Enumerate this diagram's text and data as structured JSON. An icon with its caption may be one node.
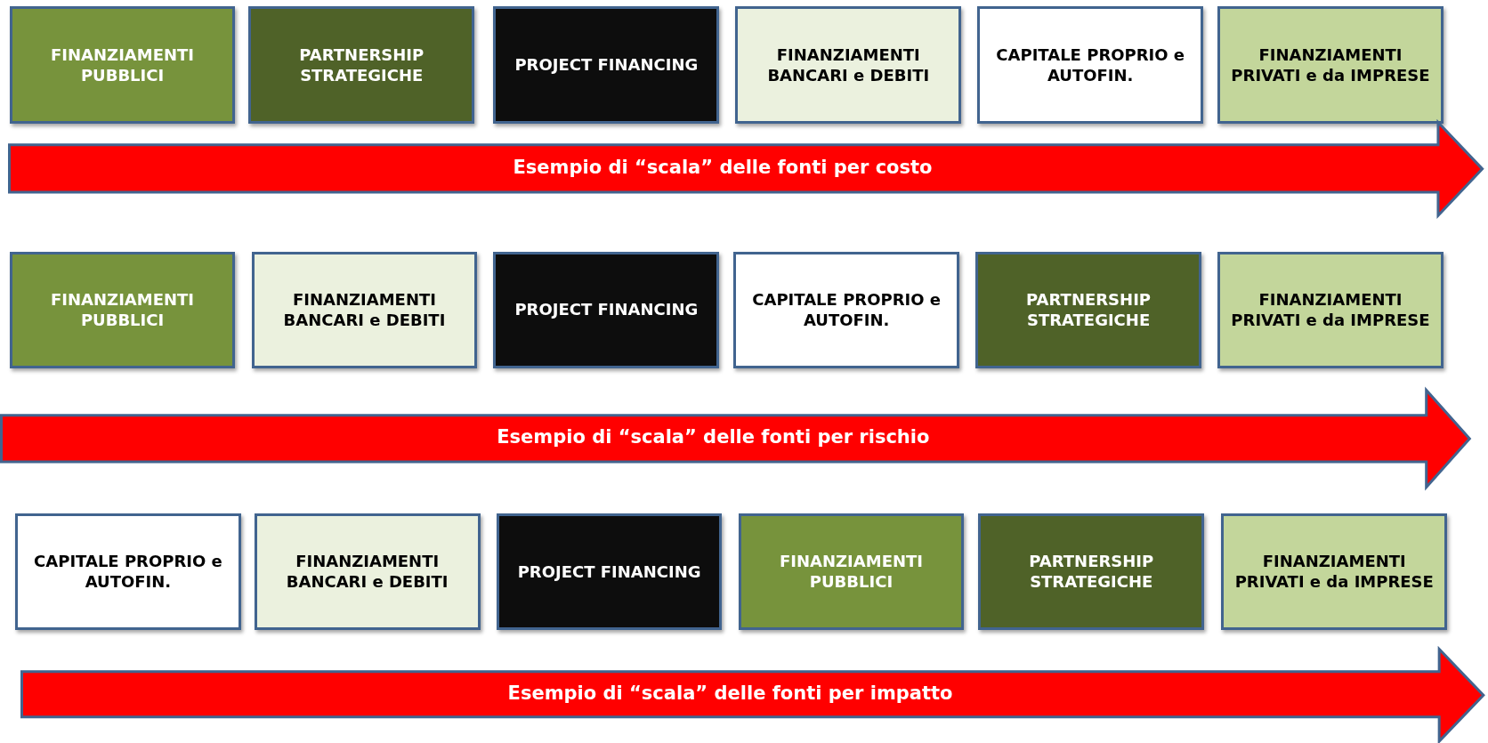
{
  "diagram": {
    "nodes": [
      {
        "text": [
          "FINANZIAMENTI PUBBLICI"
        ]
      },
      {
        "text": [
          "PARTNERSHIP STRATEGICHE"
        ]
      },
      {
        "text": [
          "PROJECT FINANCING"
        ]
      },
      {
        "text": [
          "FINANZIAMENTI BANCARI e DEBITI"
        ]
      },
      {
        "text": [
          "CAPITALE PROPRIO e AUTOFIN."
        ]
      },
      {
        "text": [
          "FINANZIAMENTI PRIVATI e da IMPRESE"
        ]
      },
      {
        "text": [
          "Esempio di “scala” delle fonti per costo"
        ]
      },
      {
        "text": [
          "FINANZIAMENTI PUBBLICI"
        ]
      },
      {
        "text": [
          "FINANZIAMENTI BANCARI e DEBITI"
        ]
      },
      {
        "text": [
          "PROJECT FINANCING"
        ]
      },
      {
        "text": [
          "CAPITALE PROPRIO e AUTOFIN."
        ]
      },
      {
        "text": [
          "PARTNERSHIP STRATEGICHE"
        ]
      },
      {
        "text": [
          "FINANZIAMENTI PRIVATI e da IMPRESE"
        ]
      },
      {
        "text": [
          "Esempio di “scala” delle fonti per rischio"
        ]
      },
      {
        "text": [
          "CAPITALE PROPRIO e AUTOFIN."
        ]
      },
      {
        "text": [
          "FINANZIAMENTI BANCARI e DEBITI"
        ]
      },
      {
        "text": [
          "PROJECT FINANCING"
        ]
      },
      {
        "text": [
          "FINANZIAMENTI PUBBLICI"
        ]
      },
      {
        "text": [
          "PARTNERSHIP STRATEGICHE"
        ]
      },
      {
        "text": [
          "FINANZIAMENTI PRIVATI e da IMPRESE"
        ]
      },
      {
        "text": [
          "Esempio di “scala” delle fonti per impatto"
        ]
      }
    ],
    "edges": []
  }
}
